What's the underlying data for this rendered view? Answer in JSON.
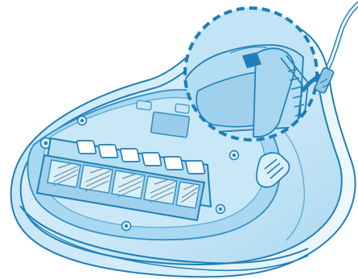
{
  "diagram": {
    "colors": {
      "body_light": "#dff1fb",
      "body_mid": "#b9e0f4",
      "body_shadow": "#a4d4ee",
      "underside": "#9fd0ec",
      "outline": "#1f7fb6",
      "detail": "#2e8ec4",
      "dashed_highlight": "#1f7fb6",
      "slot_fill": "#ffffff",
      "brush_dark": "#6d8ea0"
    },
    "callout_style": "dashed-circle",
    "slot_count": 6,
    "brush_cell_count": 5
  }
}
